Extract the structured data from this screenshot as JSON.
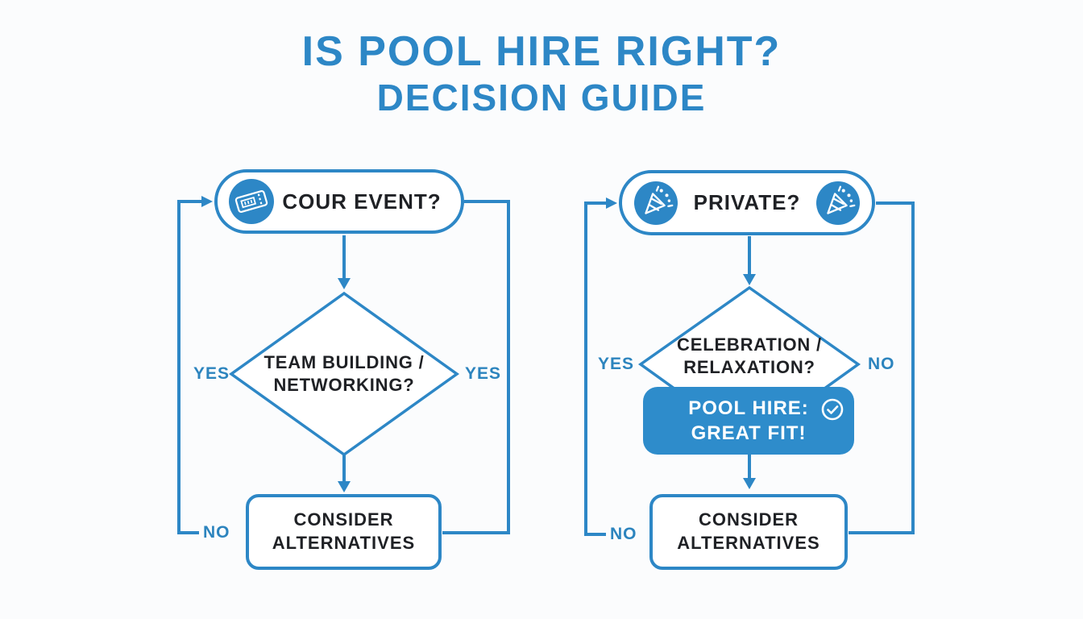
{
  "title": {
    "line1": "IS POOL HIRE RIGHT?",
    "line2": "DECISION GUIDE"
  },
  "colors": {
    "accent": "#2D87C6",
    "accent_fill": "#2E8CCB",
    "label": "#2C84BE",
    "ink": "#1F2125",
    "bg": "#FBFCFD"
  },
  "left": {
    "pill_label": "COUR EVENT?",
    "pill_icon": "ticket-icon",
    "diamond_line1": "TEAM BUILDING /",
    "diamond_line2": "NETWORKING?",
    "yes_left": "YES",
    "yes_right": "YES",
    "no_bottom": "NO",
    "result_line1": "CONSIDER",
    "result_line2": "ALTERNATIVES"
  },
  "right": {
    "pill_label": "PRIVATE?",
    "pill_icon_left": "party-popper-icon",
    "pill_icon_right": "party-popper-icon",
    "diamond_line1": "CELEBRATION /",
    "diamond_line2": "RELAXATION?",
    "yes_left": "YES",
    "no_right": "NO",
    "no_bottom": "NO",
    "outcome_line1": "POOL HIRE:",
    "outcome_line2": "GREAT FIT!",
    "outcome_icon": "check-circle-icon",
    "result_line1": "CONSIDER",
    "result_line2": "ALTERNATIVES"
  }
}
